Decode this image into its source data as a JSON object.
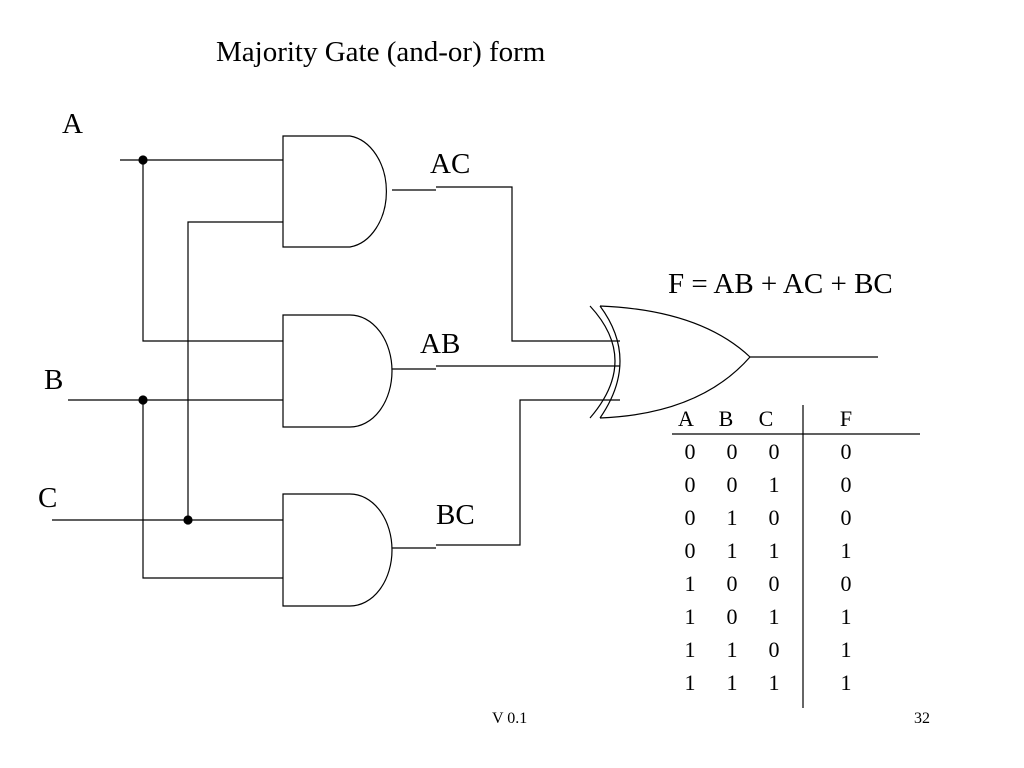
{
  "title": "Majority Gate  (and-or) form",
  "inputs": {
    "a": "A",
    "b": "B",
    "c": "C"
  },
  "gate_labels": {
    "ac": "AC",
    "ab": "AB",
    "bc": "BC"
  },
  "equation": "F = AB + AC + BC",
  "truth_table": {
    "headers": [
      "A",
      "B",
      "C",
      "F"
    ],
    "rows": [
      [
        "0",
        "0",
        "0",
        "0"
      ],
      [
        "0",
        "0",
        "1",
        "0"
      ],
      [
        "0",
        "1",
        "0",
        "0"
      ],
      [
        "0",
        "1",
        "1",
        "1"
      ],
      [
        "1",
        "0",
        "0",
        "0"
      ],
      [
        "1",
        "0",
        "1",
        "1"
      ],
      [
        "1",
        "1",
        "0",
        "1"
      ],
      [
        "1",
        "1",
        "1",
        "1"
      ]
    ]
  },
  "footer": {
    "version": "V 0.1",
    "page": "32"
  }
}
